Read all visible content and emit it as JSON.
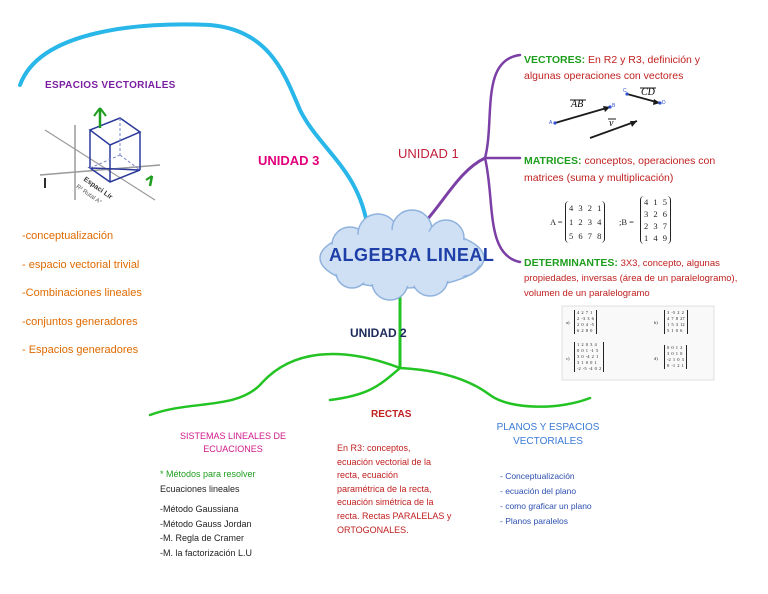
{
  "colors": {
    "cyan_branch": "#29b6e8",
    "purple_branch": "#7b3fa6",
    "green_branch": "#22c322",
    "center_text": "#1f3fa8",
    "center_cloud_fill": "#cfe0f5",
    "unit3": "#e2007a",
    "unit1": "#c0213a",
    "unit2": "#1c2b5a",
    "espacios_header": "#7b1fa2",
    "orange": "#e06a00",
    "green_title": "#1e9e1e",
    "darkred_text": "#c02020",
    "magenta": "#d0198a",
    "blue_list": "#2c4fb0",
    "planos_title": "#3a7bd5"
  },
  "center": {
    "title": "ALGEBRA LINEAL"
  },
  "units": {
    "unit1": "UNIDAD 1",
    "unit2": "UNIDAD 2",
    "unit3": "UNIDAD 3"
  },
  "espacios": {
    "title": "ESPACIOS VECTORIALES",
    "items": [
      "-conceptualización",
      "- espacio vectorial trivial",
      "-Combinaciones lineales",
      "-conjuntos generadores",
      "- Espacios generadores"
    ],
    "figure_labels": {
      "label_a": "Espaci Lir",
      "label_b": "R³ Rutal A°"
    }
  },
  "unit1_topics": {
    "vectores": {
      "title": "VECTORES:",
      "desc_line1": "En R2 y R3, definición y",
      "desc_line2": "algunas operaciones con vectores",
      "fig": {
        "ab": "AB",
        "cd": "CD",
        "v": "v",
        "pa": "A",
        "pb": "B",
        "pc": "C",
        "pd": "D"
      }
    },
    "matrices": {
      "title": "MATRICES:",
      "desc_line1": "conceptos, operaciones con",
      "desc_line2": "matrices (suma y multiplicación)",
      "A_label": "A =",
      "B_label": ";B =",
      "A_rows": [
        "4 3 2 1",
        "1 2 3 4",
        "5 6 7 8"
      ],
      "B_rows": [
        "4 1 5",
        "3 2 6",
        "2 3 7",
        "1 4 9"
      ]
    },
    "determinantes": {
      "title": "DETERMINANTES:",
      "desc_line1": "3X3, concepto, algunas",
      "desc_line2": "propiedades, inversas (área de un paralelogramo),",
      "desc_line3": "volumen de un paralelogramo",
      "parts": [
        "a)",
        "b)",
        "c)",
        "d)"
      ],
      "a_rows": [
        "4 2 7 1",
        "2 -3 3 6",
        "2 0 4 -5",
        "6 2 8 0"
      ],
      "b_rows": [
        "3 -5 2 2",
        "4 7 8 27",
        "1 5 3 12",
        "5 1 0 6"
      ],
      "c_rows": [
        "1 2 0 3 4",
        "0 0 1 -1 5",
        "3 0 -4 2 1",
        "3 1 0 0 1",
        "-2 -5 -4 0 2"
      ],
      "d_rows": [
        "0 0 1 2",
        "3 0 1 0",
        "-2 1 0 3",
        "0 -1 2 1"
      ]
    }
  },
  "unit2_topics": {
    "sistemas": {
      "title_line1": "SISTEMAS LINEALES DE",
      "title_line2": "ECUACIONES",
      "items": [
        "* Métodos para resolver",
        "Ecuaciones lineales",
        "",
        "-Método Gaussiana",
        "-Método Gauss Jordan",
        "-M. Regla de Cramer",
        "-M. la factorización L.U"
      ]
    },
    "rectas": {
      "title": "RECTAS",
      "desc_lines": [
        "En R3: conceptos,",
        "ecuación vectorial de la",
        "recta, ecuación",
        "paramétrica de la recta,",
        "ecuación simétrica de la",
        "recta. Rectas PARALELAS y",
        "ORTOGONALES."
      ]
    },
    "planos": {
      "title_line1": "PLANOS Y ESPACIOS",
      "title_line2": "VECTORIALES",
      "items": [
        "- Conceptualización",
        "- ecuación del plano",
        "- como graficar un plano",
        "- Planos paralelos"
      ]
    }
  }
}
